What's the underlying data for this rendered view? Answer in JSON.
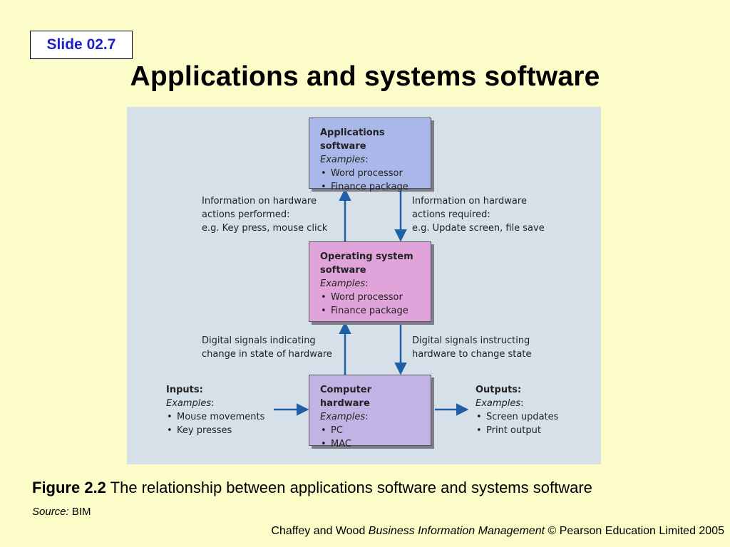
{
  "slide_number": "Slide 02.7",
  "title": "Applications and systems software",
  "diagram": {
    "applications_box": {
      "title": "Applications software",
      "examples_label": "Examples",
      "items": [
        "Word processor",
        "Finance package"
      ]
    },
    "os_box": {
      "title_line1": "Operating system",
      "title_line2": "software",
      "examples_label": "Examples",
      "items": [
        "Word processor",
        "Finance package"
      ]
    },
    "hardware_box": {
      "title": "Computer hardware",
      "examples_label": "Examples",
      "items": [
        "PC",
        "MAC"
      ]
    },
    "inputs": {
      "title": "Inputs:",
      "examples_label": "Examples",
      "items": [
        "Mouse movements",
        "Key presses"
      ]
    },
    "outputs": {
      "title": "Outputs:",
      "examples_label": "Examples",
      "items": [
        "Screen updates",
        "Print output"
      ]
    },
    "labels": {
      "os_to_apps": "Information on hardware\nactions performed:\ne.g. Key press, mouse click",
      "apps_to_os": "Information on hardware\nactions required:\ne.g. Update screen, file save",
      "hw_to_os": "Digital signals indicating\nchange in state of hardware",
      "os_to_hw": "Digital signals instructing\nhardware to change state"
    },
    "colors": {
      "applications": "#a9b8e8",
      "operating_system": "#e0a4da",
      "hardware": "#c1b4e4",
      "arrow": "#1f5fa8",
      "background": "#d6e0e8"
    }
  },
  "caption": {
    "figure_label": "Figure 2.2",
    "text": "The relationship between applications software and systems software"
  },
  "source": {
    "label": "Source:",
    "value": "BIM"
  },
  "footer": {
    "authors": "Chaffey and Wood",
    "book": "Business Information Management",
    "copyright": "© Pearson Education Limited 2005"
  }
}
